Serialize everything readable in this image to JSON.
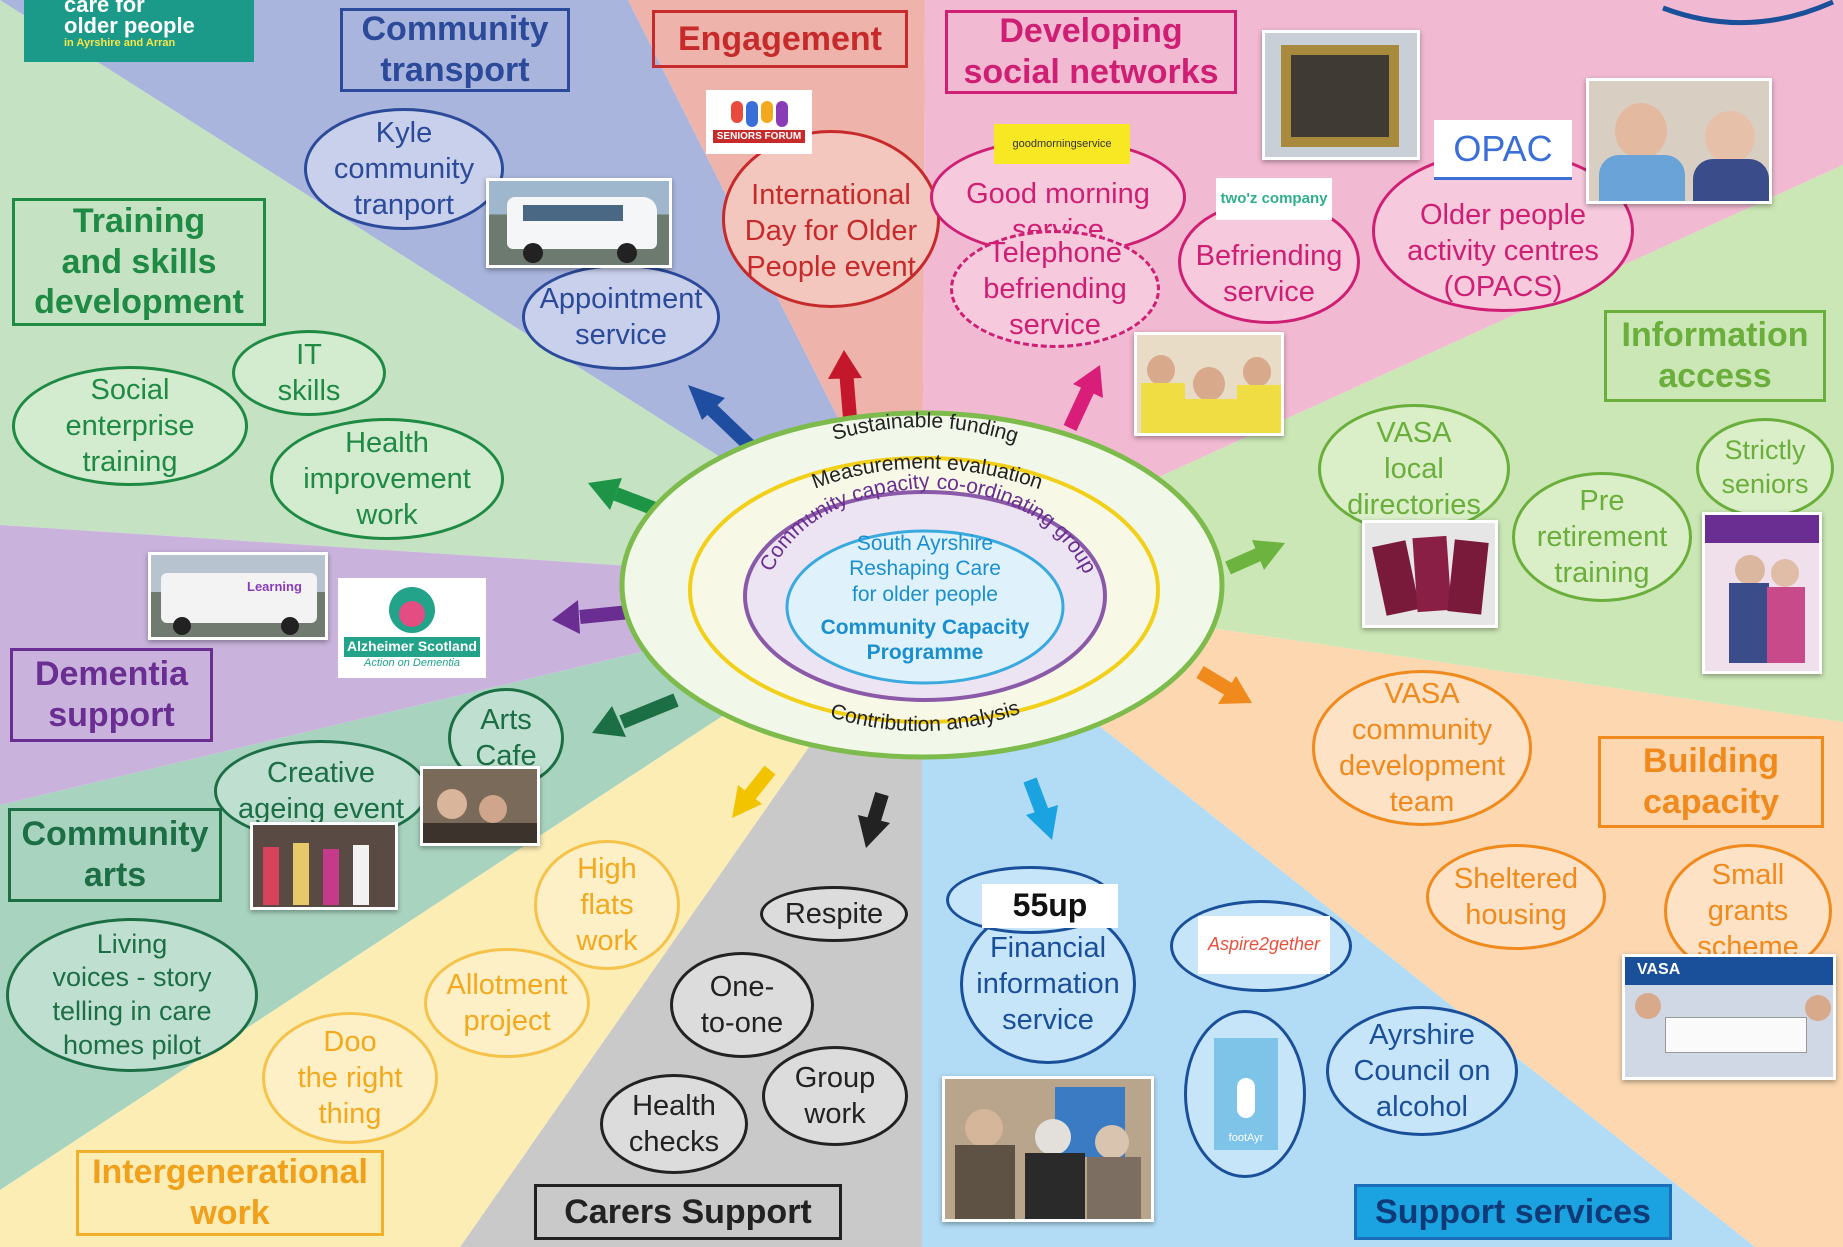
{
  "colors": {
    "transport": "#5b6eb4",
    "engagement": "#e0574a",
    "networks": "#de2f87",
    "information": "#7dbb4c",
    "building": "#f28a20",
    "support": "#168fd6",
    "carers": "#333333",
    "intergenerational": "#f5c34b",
    "arts": "#1e7a4e",
    "dementia": "#7a3a9e",
    "training": "#2f9b52"
  },
  "sections": {
    "community_transport": "Community\ntransport",
    "engagement": "Engagement",
    "developing_social_networks": "Developing\nsocial networks",
    "training_skills": "Training\nand skills\ndevelopment",
    "information_access": "Information\naccess",
    "dementia_support": "Dementia\nsupport",
    "building_capacity": "Building\ncapacity",
    "community_arts": "Community\narts",
    "intergenerational_work": "Intergenerational\nwork",
    "carers_support": "Carers Support",
    "support_services": "Support services"
  },
  "bubbles": {
    "kyle_transport": "Kyle\ncommunity\ntranport",
    "appointment_service": "Appointment\nservice",
    "international_day": "International\nDay for Older\nPeople event",
    "good_morning": "Good morning\nservice",
    "telephone_befriending": "Telephone\nbefriending\nservice",
    "befriending": "Befriending\nservice",
    "opacs": "Older people\nactivity centres\n(OPACS)",
    "it_skills": "IT\nskills",
    "social_enterprise": "Social\nenterprise\ntraining",
    "health_improvement": "Health\nimprovement\nwork",
    "vasa_directories": "VASA\nlocal\ndirectories",
    "pre_retirement": "Pre\nretirement\ntraining",
    "strictly_seniors": "Strictly\nseniors",
    "arts_cafe": "Arts\nCafe",
    "creative_ageing": "Creative\nageing event",
    "living_voices": "Living\nvoices - story\ntelling in care\nhomes pilot",
    "vasa_development": "VASA\ncommunity\ndevelopment\nteam",
    "sheltered_housing": "Sheltered\nhousing",
    "small_grants": "Small\ngrants\nscheme",
    "high_flats": "High\nflats\nwork",
    "allotment": "Allotment\nproject",
    "doo_right": "Doo\nthe right\nthing",
    "respite": "Respite",
    "one_to_one": "One-\nto-one",
    "group_work": "Group\nwork",
    "health_checks": "Health\nchecks",
    "financial_info": "Financial\ninformation\nservice",
    "ayrshire_alcohol": "Ayrshire\nCouncil on\nalcohol"
  },
  "center": {
    "ring_outer_top": "Sustainable funding",
    "ring_outer_bottom": "Contribution analysis",
    "ring_second": "Measurement evaluation",
    "ring_third": "Community capacity co-ordinating group",
    "inner_title": "South Ayrshire\nReshaping Care\nfor older people",
    "inner_programme": "Community Capacity\nProgramme"
  },
  "logos": {
    "care_for_older_people": "care for\nolder people",
    "care_for_older_people_sub": "in Ayrshire and Arran",
    "seniors_forum": "SENIORS FORUM",
    "good_morning_logo": "goodmorningservice",
    "twoz_company": "two'z company",
    "opac": "OPAC",
    "alzheimer": "Alzheimer Scotland",
    "alzheimer_sub": "Action on Dementia",
    "fifty_five_up": "55up",
    "aspire": "Aspire2gether",
    "footayr": "footAyr",
    "learning": "Learning",
    "vasa_sign": "VASA"
  }
}
